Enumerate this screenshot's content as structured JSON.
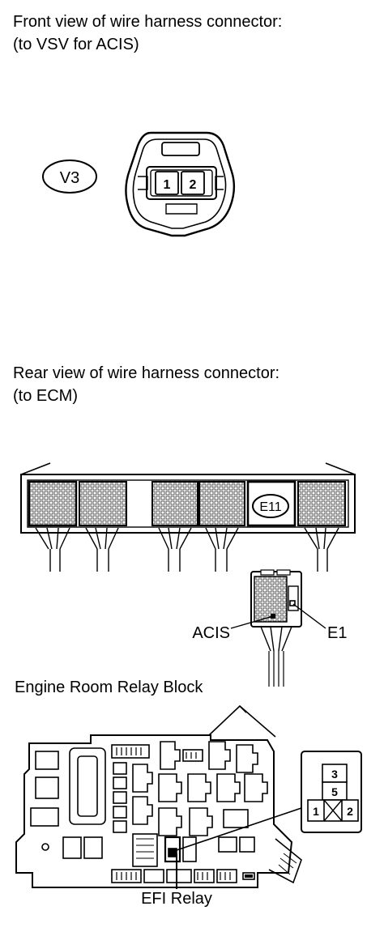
{
  "section_front": {
    "title_line1": "Front view of wire harness connector:",
    "title_line2": "(to VSV for ACIS)",
    "connector_id": "V3",
    "pin_1": "1",
    "pin_2": "2"
  },
  "section_rear": {
    "title_line1": "Rear view of wire harness connector:",
    "title_line2": "(to ECM)",
    "connector_id": "E11",
    "label_acis": "ACIS",
    "label_e1": "E1"
  },
  "section_relay": {
    "title": "Engine Room Relay Block",
    "relay_label": "EFI Relay",
    "terminal_3": "3",
    "terminal_5": "5",
    "terminal_1": "1",
    "terminal_2": "2"
  }
}
